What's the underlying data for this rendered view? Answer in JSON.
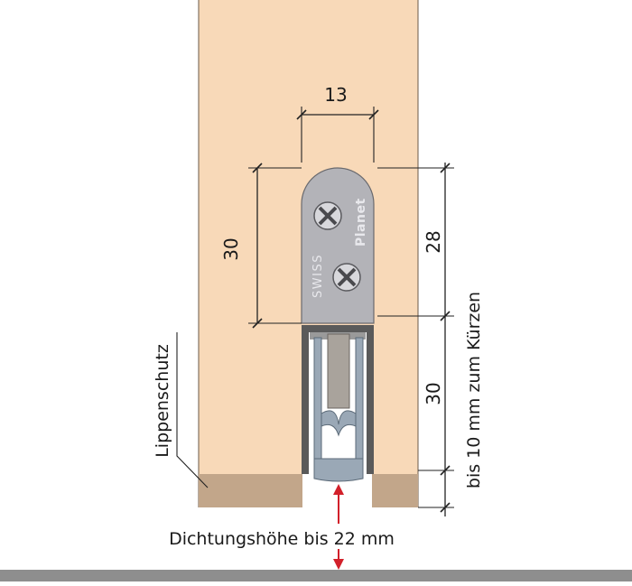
{
  "colors": {
    "door": "#f8d9b8",
    "door_edge": "#6b5a4a",
    "lip_protection": "#c2a68a",
    "floor": "#8e8e8e",
    "plate": "#b3b3b8",
    "profile": "#5a5a5a",
    "seal": "#9aa8b6",
    "arrow": "#d2202a"
  },
  "labels": {
    "dim_top_width": "13",
    "dim_left_height": "30",
    "dim_right_upper": "28",
    "dim_right_lower": "30",
    "shortening_note": "bis 10 mm zum Kürzen",
    "lip_protection": "Lippenschutz",
    "seal_height": "Dichtungshöhe bis 22 mm"
  },
  "plate_text": {
    "brand_top": "SWISS",
    "brand_bottom": "Planet"
  },
  "icons": [
    "screw-icon",
    "screw-icon"
  ]
}
